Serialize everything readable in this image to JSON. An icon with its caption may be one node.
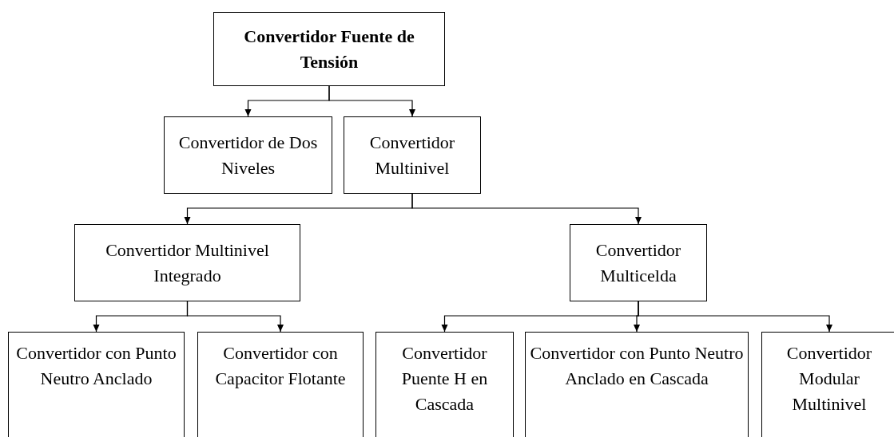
{
  "diagram": {
    "nodes": [
      {
        "text": [
          "Convertidor Fuente de Tensión"
        ]
      },
      {
        "text": [
          "Convertidor de Dos Niveles"
        ]
      },
      {
        "text": [
          "Convertidor Multinivel"
        ]
      },
      {
        "text": [
          "Convertidor Multinivel Integrado"
        ]
      },
      {
        "text": [
          "Convertidor Multicelda"
        ]
      },
      {
        "text": [
          "Convertidor con Punto Neutro Anclado"
        ]
      },
      {
        "text": [
          "Convertidor con Capacitor Flotante"
        ]
      },
      {
        "text": [
          "Convertidor Puente H en Cascada"
        ]
      },
      {
        "text": [
          "Convertidor con Punto Neutro Anclado en Cascada"
        ]
      },
      {
        "text": [
          "Convertidor Modular Multinivel"
        ]
      }
    ],
    "edges": [
      {
        "from": 0,
        "to": 1,
        "arrow": "to"
      },
      {
        "from": 0,
        "to": 2,
        "arrow": "to"
      },
      {
        "from": 2,
        "to": 3,
        "arrow": "to"
      },
      {
        "from": 2,
        "to": 4,
        "arrow": "to"
      },
      {
        "from": 3,
        "to": 5,
        "arrow": "to"
      },
      {
        "from": 3,
        "to": 6,
        "arrow": "to"
      },
      {
        "from": 4,
        "to": 7,
        "arrow": "to"
      },
      {
        "from": 4,
        "to": 8,
        "arrow": "to"
      },
      {
        "from": 4,
        "to": 9,
        "arrow": "to"
      }
    ]
  }
}
